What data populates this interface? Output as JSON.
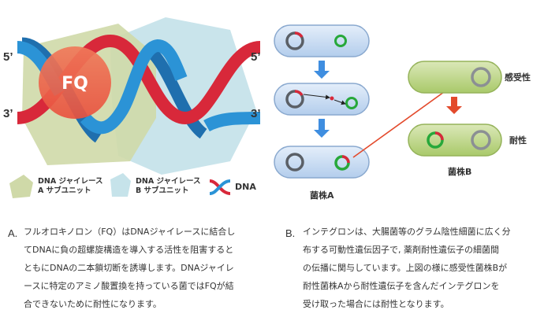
{
  "panel_a": {
    "five_prime_left": "5’",
    "five_prime_right": "5’",
    "three_prime_left": "3’",
    "three_prime_right": "3’",
    "drug_label": "FQ",
    "legend": {
      "subunit_a_line1": "DNA ジャイレース",
      "subunit_a_line2": "A サブユニット",
      "subunit_b_line1": "DNA ジャイレース",
      "subunit_b_line2": "B サブユニット",
      "dna_label": "DNA"
    }
  },
  "panel_b": {
    "strain_a_label": "菌株A",
    "strain_b_label": "菌株B",
    "sensitive_label": "感受性",
    "resistant_label": "耐性"
  },
  "captions": {
    "a_letter": "A.",
    "a_lines": [
      "フルオロキノロン（FQ）はDNAジャイレースに結合し",
      "てDNAに負の超螺旋構造を導入する活性を阻害すると",
      "ともにDNAの二本鎖切断を誘導します。DNAジャイレ",
      "ースに特定のアミノ酸置換を持っている菌ではFQが結",
      "合できないために耐性になります。"
    ],
    "b_letter": "B.",
    "b_lines": [
      "インテグロンは、大腸菌等のグラム陰性細菌に広く分",
      "布する可動性遺伝因子で, 薬剤耐性遺伝子の細菌間",
      "の伝播に関与しています。上図の様に感受性菌株Bが",
      "耐性菌株Aから耐性遺伝子を含んだインテグロンを",
      "受け取った場合には耐性となります。"
    ]
  },
  "colors": {
    "dna_red": "#d8283a",
    "dna_blue": "#2b93d6",
    "subunit_a_fill": "#cfd9a8",
    "subunit_b_fill": "#c6e3ea",
    "fq_circle": "#ee6a4e",
    "cell_blue": "#c4d8ef",
    "cell_green": "#b8d37e",
    "arrow_blue": "#3f8ee0",
    "arrow_red": "#e34a2c",
    "plasmid_green": "#27a83a",
    "chromosome_gray": "#5a5f66"
  }
}
